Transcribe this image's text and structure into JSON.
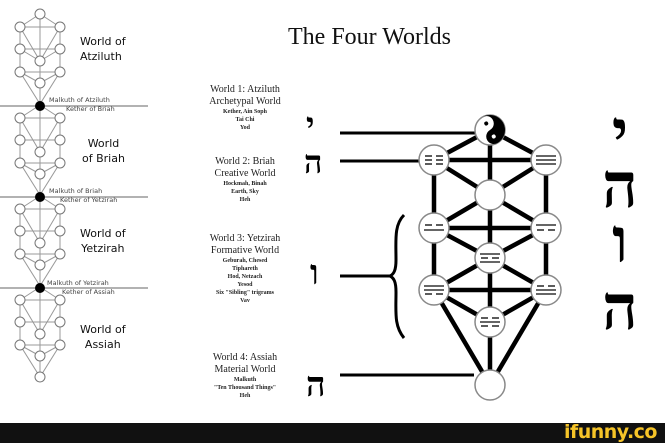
{
  "title": "The Four Worlds",
  "left_tree": {
    "worlds": [
      {
        "label_line1": "World of",
        "label_line2": "Atziluth"
      },
      {
        "label_line1": "World",
        "label_line2": "of Briah"
      },
      {
        "label_line1": "World of",
        "label_line2": "Yetzirah"
      },
      {
        "label_line1": "World of",
        "label_line2": "Assiah"
      }
    ],
    "junctions": [
      {
        "upper": "Malkuth of Atziluth",
        "lower": "Kether of Briah"
      },
      {
        "upper": "Malkuth of Briah",
        "lower": "Kether of Yetzirah"
      },
      {
        "upper": "Malkuth of Yetzirah",
        "lower": "Kether of Assiah"
      }
    ]
  },
  "world_blocks": [
    {
      "heading": "World 1: Atziluth",
      "subheading": "Archetypal World",
      "details": [
        "Kether, Ain Soph",
        "Tai Chi",
        "Yod"
      ]
    },
    {
      "heading": "World 2: Briah",
      "subheading": "Creative World",
      "details": [
        "Hockmah, Binah",
        "Earth, Sky",
        "Heh"
      ]
    },
    {
      "heading": "World 3: Yetzirah",
      "subheading": "Formative World",
      "details": [
        "Geburah, Chesed",
        "Tiphareth",
        "Hod, Netzach",
        "Yesod",
        "Six \"Sibling\" trigrams",
        "Vav"
      ]
    },
    {
      "heading": "World 4: Assiah",
      "subheading": "Material World",
      "details": [
        "Malkuth",
        "\"Ten Thousand Things\"",
        "Heh"
      ]
    }
  ],
  "hebrew_letters": {
    "yod": "י",
    "heh_upper": "ה",
    "vav": "ו",
    "heh_lower": "ה",
    "tetragrammaton_vertical": [
      "י",
      "ה",
      "ו",
      "ה"
    ]
  },
  "watermark": {
    "text": "ifunny.co",
    "color": "#f6c428"
  }
}
